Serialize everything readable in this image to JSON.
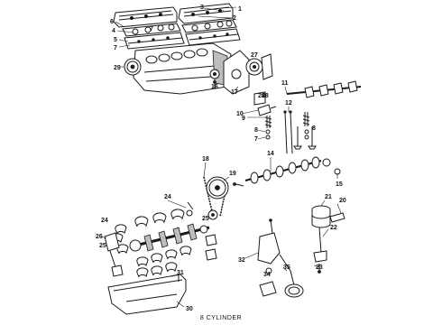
{
  "diagram": {
    "caption": "8 CYLINDER",
    "callouts": [
      "3",
      "2",
      "1",
      "4",
      "5",
      "6",
      "7",
      "7",
      "29",
      "16",
      "17",
      "27",
      "28",
      "24",
      "11",
      "10",
      "12",
      "9",
      "8",
      "8",
      "7",
      "18",
      "15",
      "19",
      "14",
      "24",
      "25",
      "21",
      "20",
      "22",
      "23",
      "26",
      "25",
      "24",
      "32",
      "31",
      "34",
      "35",
      "30"
    ]
  }
}
